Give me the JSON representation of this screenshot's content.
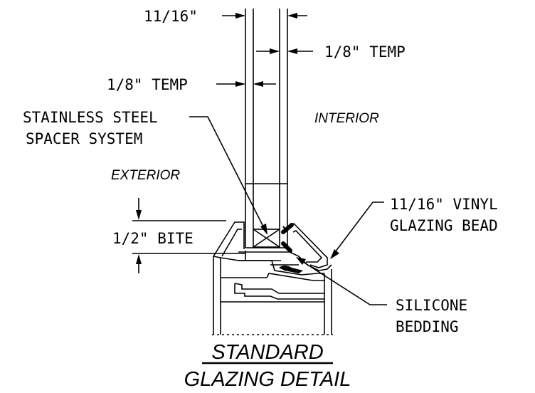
{
  "labels": {
    "top_dim": "11/16\"",
    "right_temp": "1/8\"  TEMP",
    "left_temp": "1/8\"  TEMP",
    "spacer_line1": "STAINLESS  STEEL",
    "spacer_line2": "SPACER  SYSTEM",
    "interior": "INTERIOR",
    "exterior": "EXTERIOR",
    "bite": "1/2\"  BITE",
    "bead_line1": "11/16\"  VINYL",
    "bead_line2": "GLAZING  BEAD",
    "silicone_line1": "SILICONE",
    "silicone_line2": "BEDDING"
  },
  "title": {
    "line1": "STANDARD",
    "line2": "GLAZING  DETAIL"
  }
}
